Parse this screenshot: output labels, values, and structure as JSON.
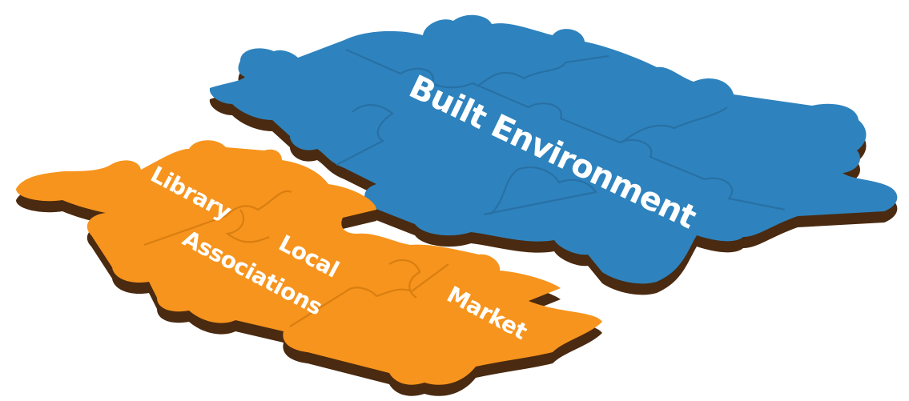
{
  "colors": {
    "blue_face": "#2E83BE",
    "blue_seam": "#2870A5",
    "orange_face": "#F7941D",
    "orange_seam": "#D97E10",
    "edge": "#4A2A10"
  },
  "groups": {
    "built_environment": {
      "label": "Built Environment"
    },
    "community": {
      "labels": {
        "library": "Library",
        "local": "Local",
        "associations": "Associations",
        "market": "Market"
      }
    }
  }
}
